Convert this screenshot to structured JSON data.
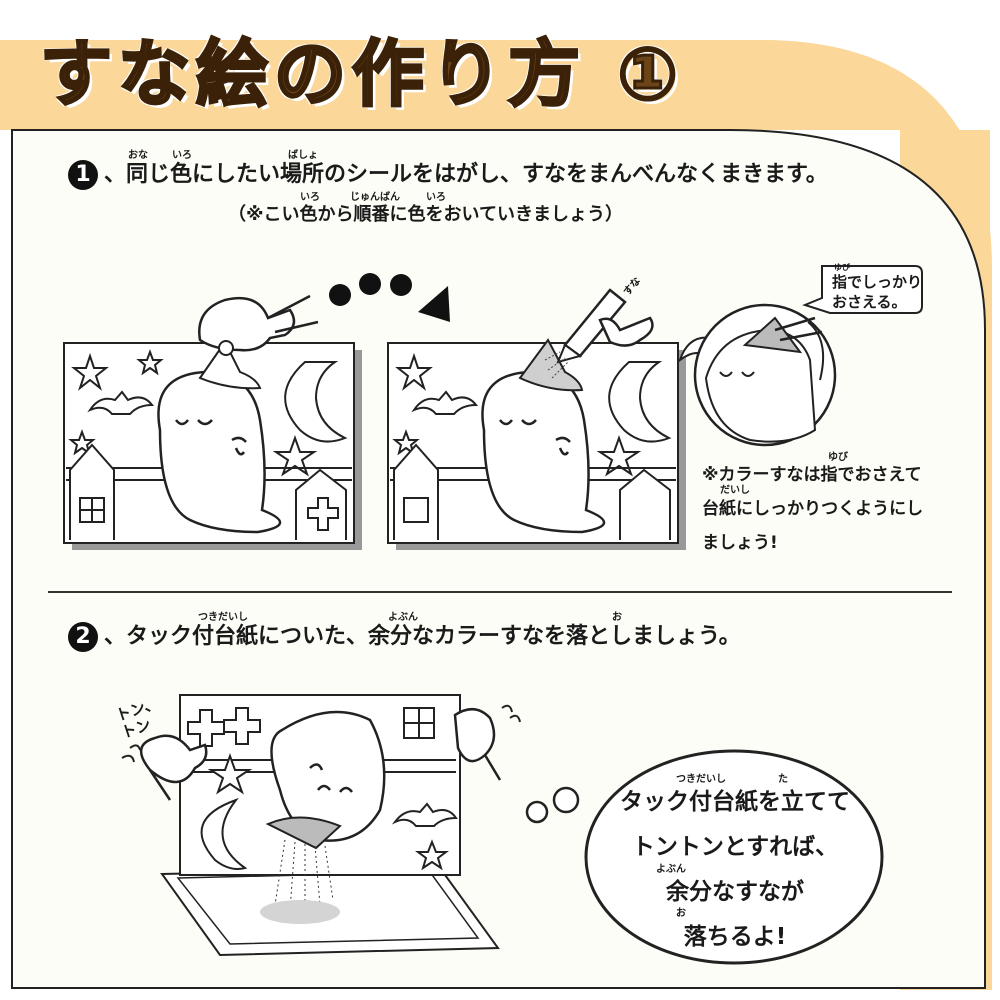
{
  "title": "すな絵の作り方 ①",
  "step1": {
    "number": "1",
    "text": "、同じ色にしたい場所のシールをはがし、すなをまんべんなくまきます。",
    "note": "（※こい色から順番に色をおいていきましょう）",
    "ruby": [
      "おな",
      "いろ",
      "ばしょ",
      "いろ",
      "じゅんばん",
      "いろ"
    ]
  },
  "callout": {
    "line1": "指でしっかり",
    "line2": "おさえる。",
    "ruby": "ゆび"
  },
  "side_note": {
    "line1": "※カラーすなは指でおさえて",
    "line2": "台紙にしっかりつくようにし",
    "line3": "ましょう!",
    "ruby": [
      "ゆび",
      "だいし"
    ]
  },
  "pen_label": "すな",
  "step2": {
    "number": "2",
    "text": "、タック付台紙についた、余分なカラーすなを落としましょう。",
    "ruby": [
      "つきだいし",
      "よぶん",
      "お"
    ]
  },
  "sound": {
    "line1": "トン、",
    "line2": "トン"
  },
  "bubble": {
    "line1": "タック付台紙を立てて",
    "line2": "トントンとすれば、",
    "line3": "余分なすなが",
    "line4": "落ちるよ!",
    "ruby": [
      "つきだいし",
      "た",
      "よぶん",
      "お"
    ]
  },
  "colors": {
    "title_fill": "#6b4418",
    "header_band": "#fbd79a",
    "panel_bg": "#fdfdf7",
    "ink": "#1a1a1a"
  }
}
